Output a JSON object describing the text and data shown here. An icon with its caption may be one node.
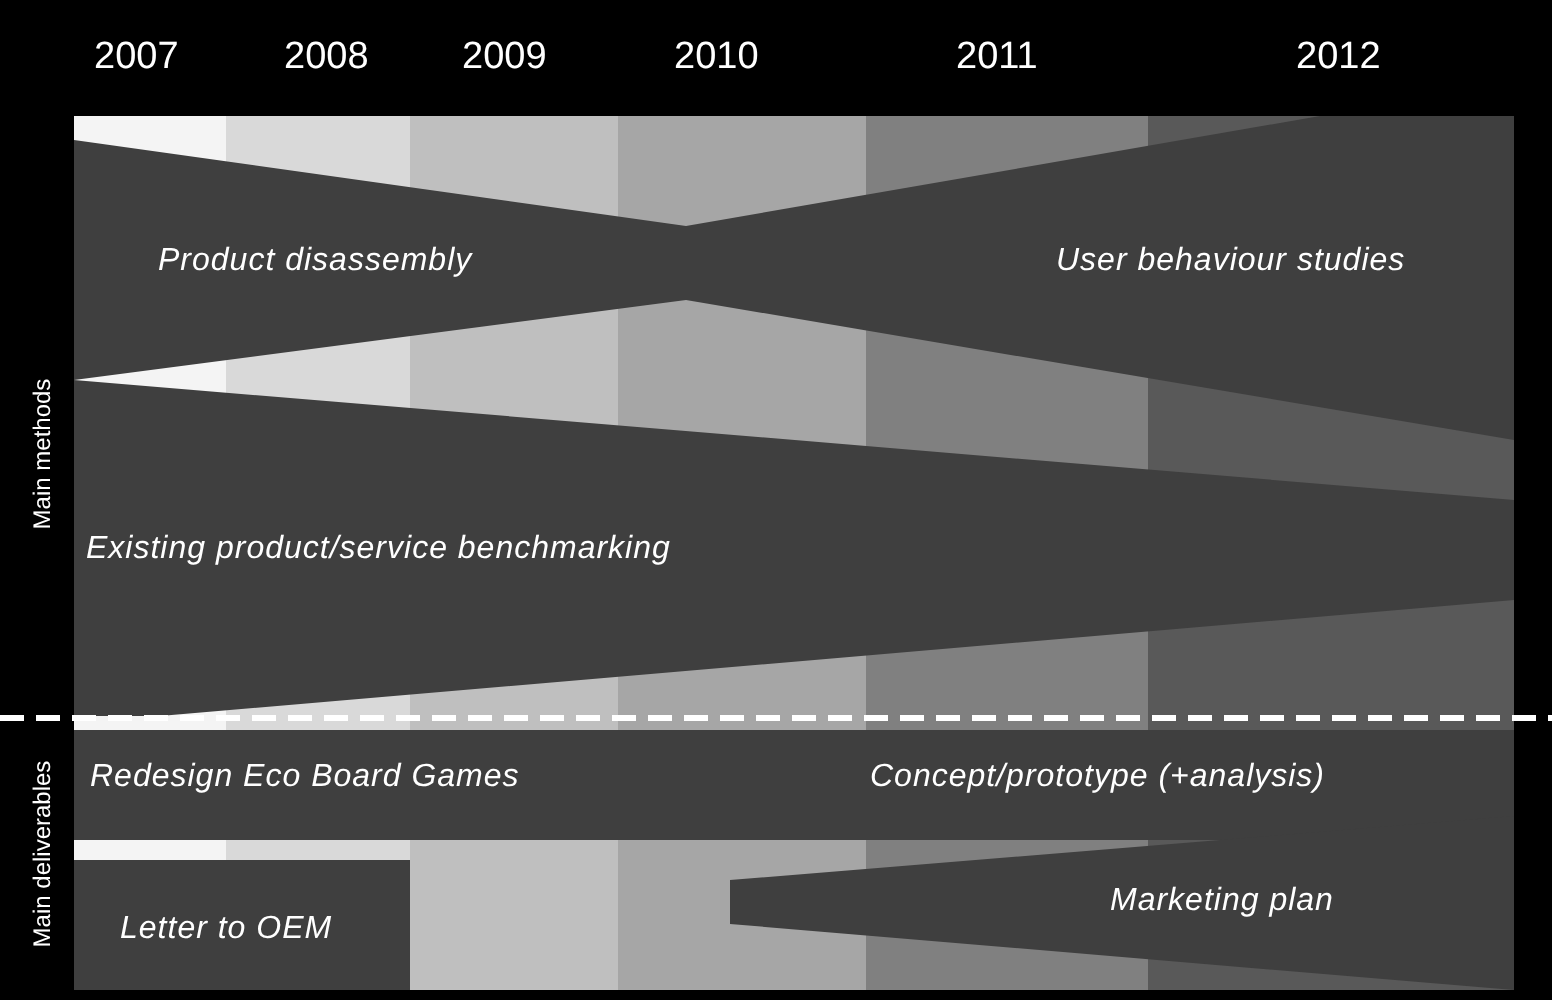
{
  "diagram": {
    "nodes": [
      {
        "text": [
          "Product disassembly"
        ]
      },
      {
        "text": [
          "User behaviour studies"
        ]
      },
      {
        "text": [
          "Existing product/service benchmarking"
        ]
      },
      {
        "text": [
          "Redesign Eco Board Games",
          "Concept/prototype (+analysis)"
        ]
      },
      {
        "text": [
          "Letter to OEM"
        ]
      },
      {
        "text": [
          "Marketing plan"
        ]
      }
    ],
    "labels": [
      "2007",
      "2008",
      "2009",
      "2010",
      "2011",
      "2012",
      "Main methods",
      "Main deliverables"
    ]
  }
}
